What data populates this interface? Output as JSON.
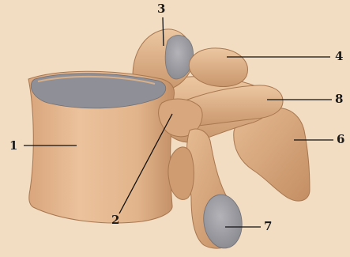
{
  "labels": {
    "vertebral_body": "1",
    "pedicle": "2",
    "superior_articular_process": "3",
    "mammillary_process": "4",
    "spinous_process": "6",
    "inferior_articular_process": "7",
    "transverse_process": "8"
  },
  "colors": {
    "background": "#f2dcc2",
    "bone": "#e3b38a",
    "bone_shade": "#c9976d",
    "bone_dark": "#a8774f",
    "articular_surface": "#9a9aa0",
    "leader_line": "#111111",
    "label_text": "#1a1a1a"
  }
}
